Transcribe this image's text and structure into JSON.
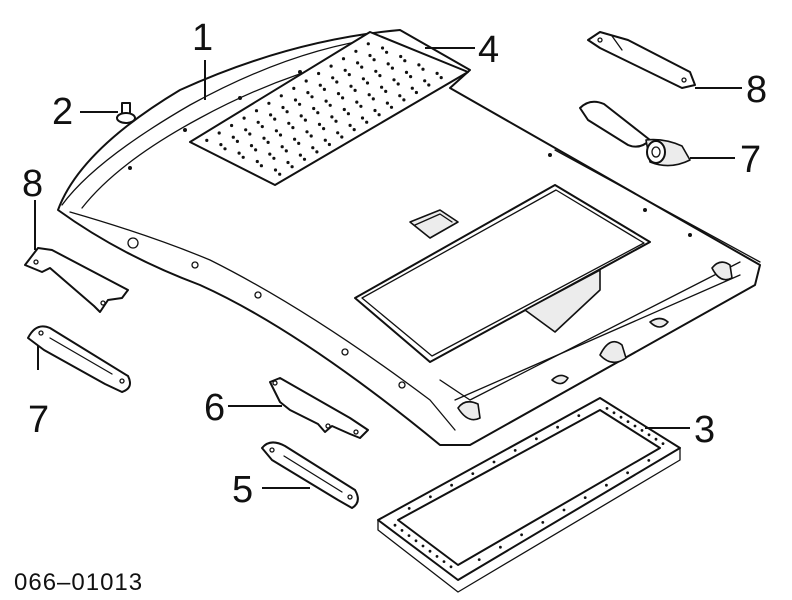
{
  "diagram": {
    "callouts": {
      "c1": "1",
      "c2": "2",
      "c3": "3",
      "c4": "4",
      "c5": "5",
      "c6": "6",
      "c7_right": "7",
      "c7_left": "7",
      "c8_right": "8",
      "c8_left": "8"
    },
    "diagram_code": "066–01013"
  }
}
